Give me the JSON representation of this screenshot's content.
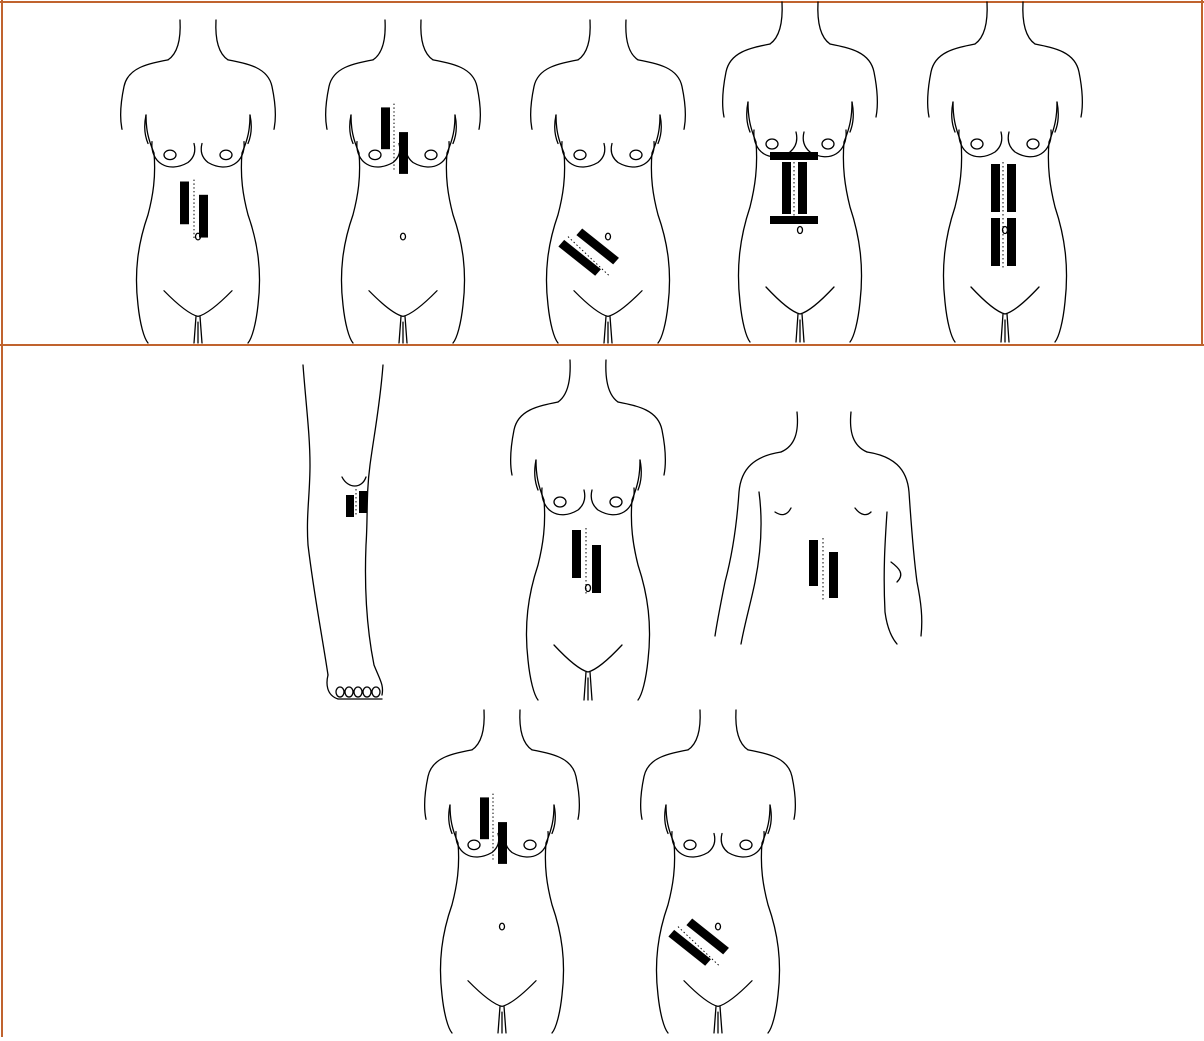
{
  "header": {
    "caption_fragment": ""
  },
  "frame": {
    "border_color": "#c0632e"
  },
  "figures": [
    {
      "name": "figure-female-torso-midline-abdomen",
      "body": "female-front",
      "incision": "upper-abdominal-midline"
    },
    {
      "name": "figure-female-torso-sternal",
      "body": "female-front",
      "incision": "sternal"
    },
    {
      "name": "figure-female-torso-oblique-groin",
      "body": "female-front",
      "incision": "lower-oblique"
    },
    {
      "name": "figure-female-torso-h-closure",
      "body": "female-front",
      "incision": "h-shaped-midline"
    },
    {
      "name": "figure-female-torso-long-midline",
      "body": "female-front",
      "incision": "long-midline-two-segment"
    },
    {
      "name": "figure-leg-knee",
      "body": "leg",
      "incision": "knee-lateral"
    },
    {
      "name": "figure-female-torso-midline-abdomen-2",
      "body": "female-front",
      "incision": "abdominal-midline"
    },
    {
      "name": "figure-back-flank",
      "body": "back",
      "incision": "flank"
    },
    {
      "name": "figure-female-torso-sternal-2",
      "body": "female-front",
      "incision": "sternal"
    },
    {
      "name": "figure-female-torso-oblique-groin-2",
      "body": "female-front",
      "incision": "lower-oblique"
    }
  ]
}
